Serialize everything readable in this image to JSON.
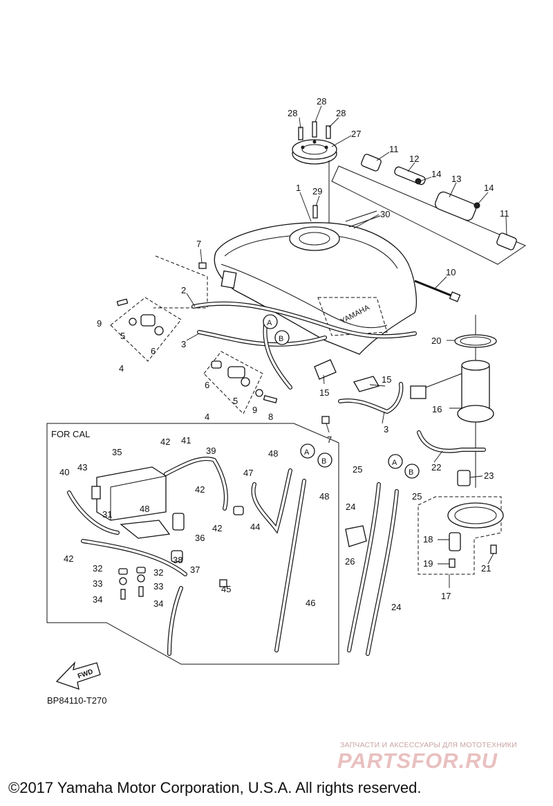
{
  "diagram": {
    "section_label": "FOR CAL",
    "diagram_code": "BP84110-T270",
    "fwd_label": "FWD",
    "callout_a": "A",
    "callout_b": "B",
    "copyright": "©2017 Yamaha Motor Corporation, U.S.A. All rights reserved.",
    "watermark_caption": "ЗАПЧАСТИ И АКСЕССУАРЫ ДЛЯ МОТОТЕХНИКИ",
    "watermark_logo": "PARTSFOR.RU",
    "tank_brand": "YAMAHA",
    "part_numbers": [
      "1",
      "2",
      "3",
      "4",
      "5",
      "6",
      "7",
      "8",
      "9",
      "10",
      "11",
      "12",
      "13",
      "14",
      "15",
      "16",
      "17",
      "18",
      "19",
      "20",
      "21",
      "22",
      "23",
      "24",
      "25",
      "26",
      "27",
      "28",
      "29",
      "30",
      "31",
      "32",
      "33",
      "34",
      "35",
      "36",
      "37",
      "38",
      "39",
      "40",
      "41",
      "42",
      "43",
      "44",
      "45",
      "46",
      "47",
      "48"
    ],
    "colors": {
      "ink": "#111111",
      "watermark": "#e9c0c0"
    }
  }
}
